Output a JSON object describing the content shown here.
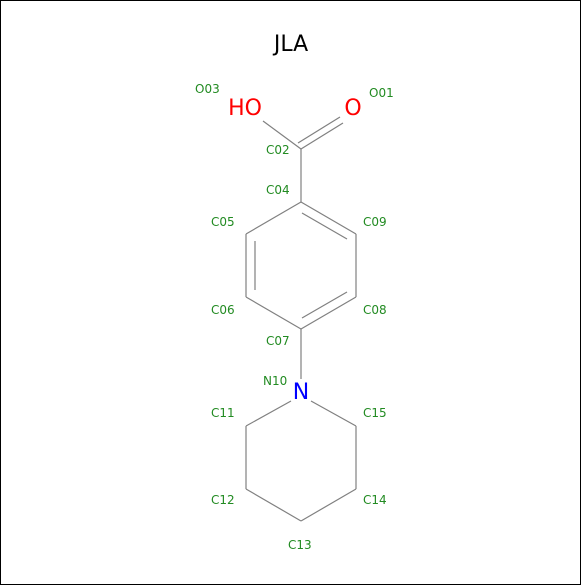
{
  "title": "JLA",
  "colors": {
    "bond": "#808080",
    "oxygen": "#ff0000",
    "nitrogen": "#0000ff",
    "atom_label": "#228b22",
    "title": "#000000"
  },
  "elements": {
    "hydroxyl": "HO",
    "carbonyl_oxygen": "O",
    "nitrogen": "N"
  },
  "atom_labels": {
    "O01": "O01",
    "O03": "O03",
    "C02": "C02",
    "C04": "C04",
    "C05": "C05",
    "C09": "C09",
    "C06": "C06",
    "C08": "C08",
    "C07": "C07",
    "N10": "N10",
    "C11": "C11",
    "C15": "C15",
    "C12": "C12",
    "C14": "C14",
    "C13": "C13"
  }
}
